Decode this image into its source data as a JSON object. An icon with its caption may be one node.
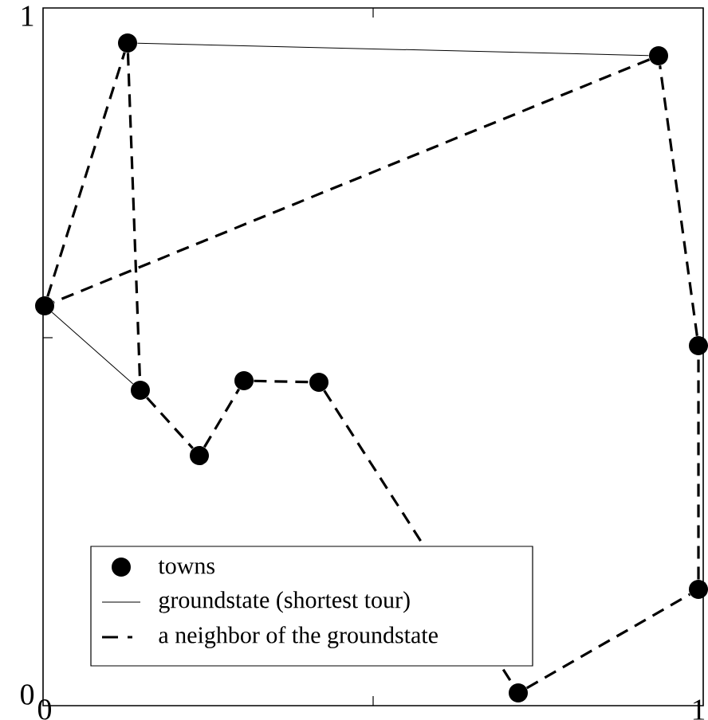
{
  "diagram": {
    "nodes": [
      {
        "text": [],
        "shape": "circle"
      },
      {
        "text": [],
        "shape": "circle"
      },
      {
        "text": [],
        "shape": "circle"
      },
      {
        "text": [],
        "shape": "circle"
      },
      {
        "text": [],
        "shape": "circle"
      },
      {
        "text": [],
        "shape": "circle"
      },
      {
        "text": [],
        "shape": "circle"
      },
      {
        "text": [],
        "shape": "circle"
      },
      {
        "text": [],
        "shape": "circle"
      },
      {
        "text": [],
        "shape": "circle"
      }
    ],
    "edges": [
      {
        "from": 1,
        "to": 7,
        "arrow": "none"
      },
      {
        "from": 2,
        "to": 0,
        "arrow": "none"
      },
      {
        "from": 0,
        "to": 1,
        "arrow": "none",
        "style": "dashed"
      },
      {
        "from": 1,
        "to": 2,
        "arrow": "none",
        "style": "dashed"
      },
      {
        "from": 2,
        "to": 3,
        "arrow": "none",
        "style": "dashed"
      },
      {
        "from": 3,
        "to": 4,
        "arrow": "none",
        "style": "dashed"
      },
      {
        "from": 4,
        "to": 5,
        "arrow": "none",
        "style": "dashed"
      },
      {
        "from": 5,
        "to": 6,
        "arrow": "none",
        "style": "dashed"
      },
      {
        "from": 6,
        "to": 9,
        "arrow": "none",
        "style": "dashed"
      },
      {
        "from": 9,
        "to": 8,
        "arrow": "none",
        "style": "dashed"
      },
      {
        "from": 8,
        "to": 7,
        "arrow": "none",
        "style": "dashed"
      },
      {
        "from": 7,
        "to": 0,
        "arrow": "none",
        "style": "dashed"
      }
    ],
    "labels": [
      "1",
      "0",
      "0",
      "1"
    ],
    "legend": [
      {
        "text": "towns"
      },
      {
        "text": "groundstate (shortest tour)"
      },
      {
        "text": "a neighbor of the groundstate"
      }
    ]
  }
}
